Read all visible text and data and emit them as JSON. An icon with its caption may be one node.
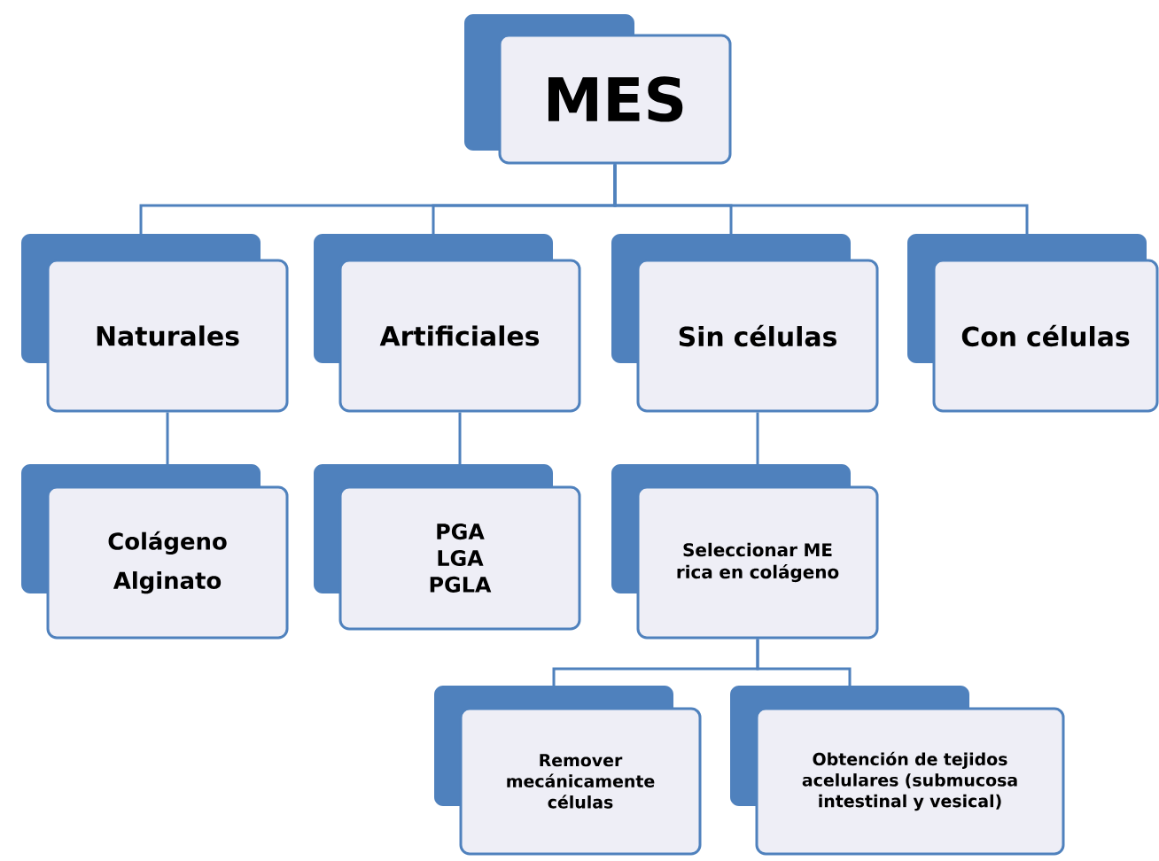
{
  "diagram": {
    "nodes": [
      {
        "text": [
          "MES"
        ]
      },
      {
        "text": [
          "Naturales"
        ]
      },
      {
        "text": [
          "Artificiales"
        ]
      },
      {
        "text": [
          "Sin células"
        ]
      },
      {
        "text": [
          "Con células"
        ]
      },
      {
        "text": [
          "Colágeno",
          "Alginato"
        ]
      },
      {
        "text": [
          "PGA",
          "LGA",
          "PGLA"
        ]
      },
      {
        "text": [
          "Seleccionar ME rica en colágeno"
        ]
      },
      {
        "text": [
          "Remover mecánicamente células"
        ]
      },
      {
        "text": [
          "Obtención de tejidos acelulares (submucosa intestinal y vesical)"
        ]
      }
    ],
    "edges": [
      {
        "from": 0,
        "to": 1,
        "arrow": "none"
      },
      {
        "from": 0,
        "to": 2,
        "arrow": "none"
      },
      {
        "from": 0,
        "to": 3,
        "arrow": "none"
      },
      {
        "from": 0,
        "to": 4,
        "arrow": "none"
      },
      {
        "from": 1,
        "to": 5,
        "arrow": "none"
      },
      {
        "from": 2,
        "to": 6,
        "arrow": "none"
      },
      {
        "from": 3,
        "to": 7,
        "arrow": "none"
      },
      {
        "from": 7,
        "to": 8,
        "arrow": "none"
      },
      {
        "from": 7,
        "to": 9,
        "arrow": "none"
      }
    ]
  }
}
